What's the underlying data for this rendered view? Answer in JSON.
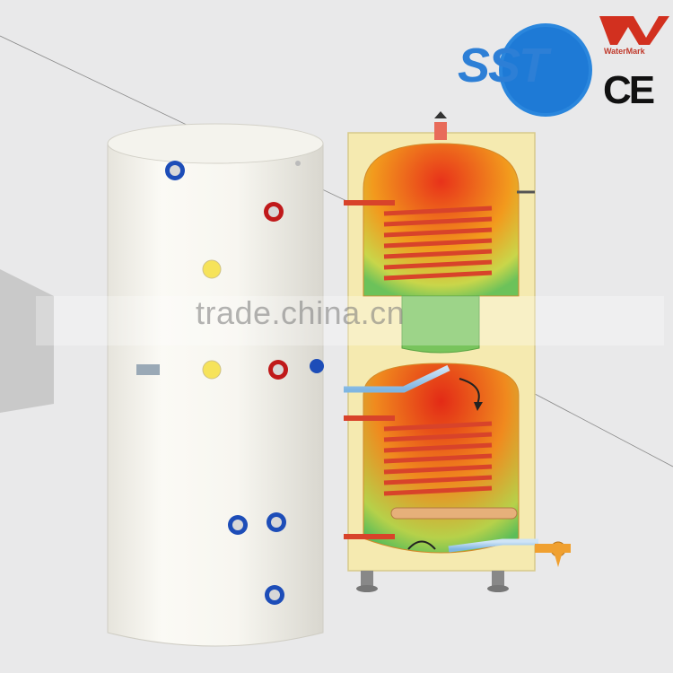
{
  "brand": {
    "logo_text": "SST",
    "colors": {
      "logo_blue": "#2d7fd6",
      "watermark_red": "#c0392b"
    }
  },
  "certifications": {
    "watermark_label": "WaterMark",
    "ce_label": "CE"
  },
  "overlay": {
    "watermark_text": "trade.china.cn"
  },
  "product": {
    "icons": [
      "water-heater-tank-image",
      "tank-cutaway-diagram"
    ]
  }
}
